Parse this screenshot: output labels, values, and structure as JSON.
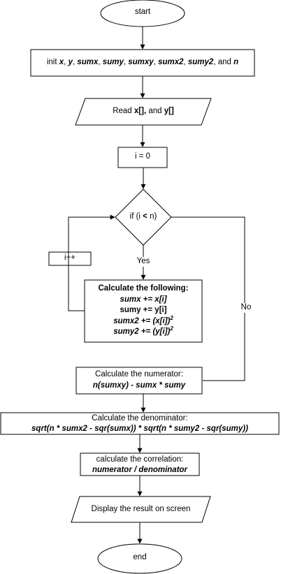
{
  "nodes": {
    "start": "start",
    "init": {
      "prefix": "init ",
      "x": "x",
      "y": "y",
      "sumx": "sumx",
      "sumy": "sumy",
      "sumxy": "sumxy",
      "sumx2": "sumx2",
      "sumy2": "sumy2",
      "and": ", and ",
      "n": "n",
      "sep": ", "
    },
    "read": {
      "prefix": "Read ",
      "x": "x[],",
      "and": " and ",
      "y": "y[]"
    },
    "i_zero": "i = 0",
    "decision": {
      "prefix": "if (",
      "i": "i",
      "op": " < ",
      "n": "n",
      "suffix": ")"
    },
    "increment": "i++",
    "loop_body": {
      "title": "Calculate the following:",
      "line1": "sumx += x[i]",
      "line2": "sumy += y[i]",
      "line3_base": "sumx2 += (x[i])",
      "line3_exp": "2",
      "line4_base": "sumy2 += (y[i])",
      "line4_exp": "2"
    },
    "numerator": {
      "title": "Calculate the numerator:",
      "formula": "n(sumxy) - sumx * sumy"
    },
    "denominator": {
      "title": "Calculate the denominator:",
      "formula": "sqrt(n * sumx2 - sqr(sumx)) * sqrt(n * sumy2 - sqr(sumy))"
    },
    "correlation": {
      "title": "calculate the correlation:",
      "formula": "numerator / denominator"
    },
    "display": "Display the result on screen",
    "end": "end"
  },
  "edge_labels": {
    "yes": "Yes",
    "no": "No"
  },
  "colors": {
    "stroke": "#000000",
    "fill": "#ffffff"
  }
}
